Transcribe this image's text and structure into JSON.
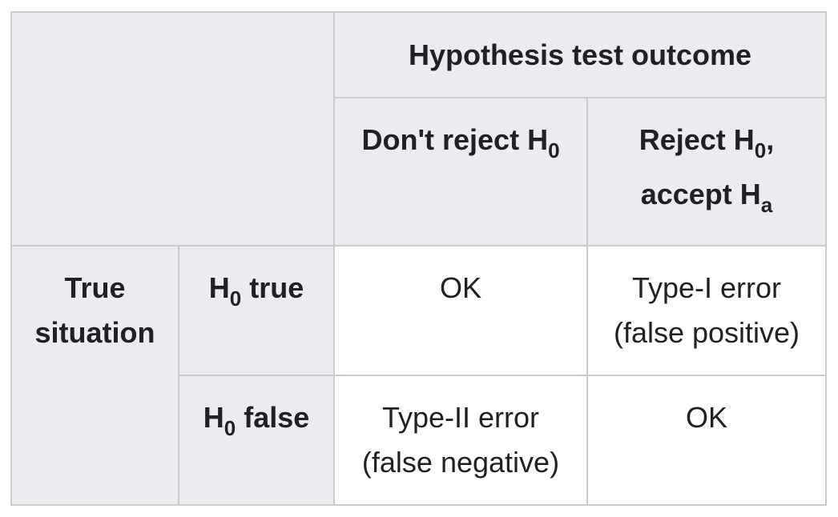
{
  "table": {
    "corner": "",
    "outcome_header": "Hypothesis test outcome",
    "col1": {
      "prefix": "Don't reject H",
      "sub": "0"
    },
    "col2": {
      "line1_prefix": "Reject H",
      "line1_sub": "0",
      "line1_suffix": ",",
      "line2_prefix": "accept H",
      "line2_sub": "a"
    },
    "true_situation": {
      "line1": "True",
      "line2": "situation"
    },
    "row1": {
      "label_prefix": "H",
      "label_sub": "0",
      "label_suffix": " true",
      "c1": "OK",
      "c2_line1": "Type-I error",
      "c2_line2": "(false positive)"
    },
    "row2": {
      "label_prefix": "H",
      "label_sub": "0",
      "label_suffix": " false",
      "c1_line1": "Type-II error",
      "c1_line2": "(false negative)",
      "c2": "OK"
    }
  }
}
